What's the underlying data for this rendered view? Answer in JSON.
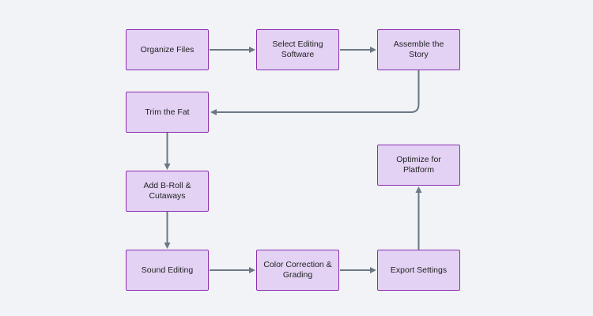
{
  "diagram": {
    "nodes": [
      {
        "id": "n1",
        "label": "Organize Files"
      },
      {
        "id": "n2",
        "label": "Select Editing\nSoftware"
      },
      {
        "id": "n3",
        "label": "Assemble the Story"
      },
      {
        "id": "n4",
        "label": "Trim the Fat"
      },
      {
        "id": "n5",
        "label": "Add B-Roll &\nCutaways"
      },
      {
        "id": "n6",
        "label": "Sound Editing"
      },
      {
        "id": "n7",
        "label": "Color Correction &\nGrading"
      },
      {
        "id": "n8",
        "label": "Export Settings"
      },
      {
        "id": "n9",
        "label": "Optimize for Platform"
      }
    ],
    "edges": [
      {
        "from": "n1",
        "to": "n2"
      },
      {
        "from": "n2",
        "to": "n3"
      },
      {
        "from": "n3",
        "to": "n4"
      },
      {
        "from": "n4",
        "to": "n5"
      },
      {
        "from": "n5",
        "to": "n6"
      },
      {
        "from": "n6",
        "to": "n7"
      },
      {
        "from": "n7",
        "to": "n8"
      },
      {
        "from": "n8",
        "to": "n9"
      }
    ],
    "colors": {
      "node_fill": "#e3d2f4",
      "node_border": "#8c2fb0",
      "edge": "#6b7785",
      "background": "#f1f3f6"
    }
  }
}
